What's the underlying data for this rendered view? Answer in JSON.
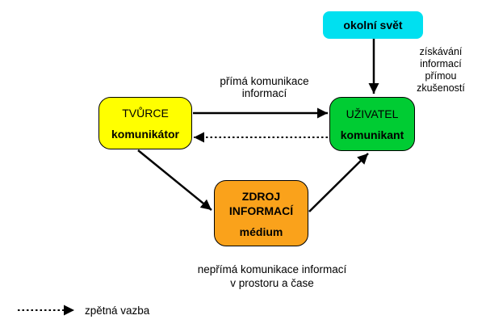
{
  "colors": {
    "world_box": "#00E0F0",
    "creator_box": "#FFFF00",
    "user_box": "#00CC33",
    "source_box": "#FAA21B",
    "line": "#000000"
  },
  "nodes": {
    "world": {
      "label": "okolní svět"
    },
    "creator": {
      "title": "TVŮRCE",
      "subtitle": "komunikátor"
    },
    "user": {
      "title": "UŽIVATEL",
      "subtitle": "komunikant"
    },
    "source": {
      "title": "ZDROJ\nINFORMACÍ",
      "subtitle": "médium"
    }
  },
  "labels": {
    "direct_communication": "přímá komunikace\ninformací",
    "experience_note": "získávání\ninformací\npřímou\nzkušeností",
    "indirect_communication": "nepřímá komunikace informací\nv prostoru a čase",
    "feedback_legend": "zpětná vazba"
  }
}
